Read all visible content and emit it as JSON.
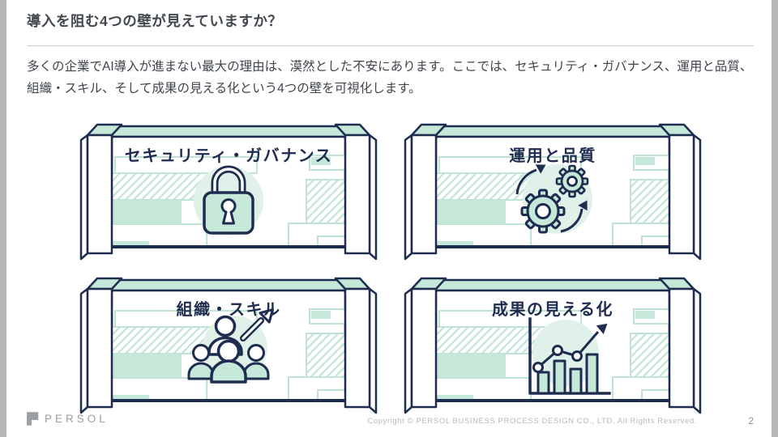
{
  "slide": {
    "title": "導入を阻む4つの壁が見えていますか？",
    "body": "多くの企業でAI導入が進まない最大の理由は、漠然とした不安にあります。ここでは、セキュリティ・ガバナンス、運用と品質、組織・スキル、そして成果の見える化という4つの壁を可視化します。",
    "page_number": "2",
    "footer": {
      "logo_text": "PERSOL",
      "logo_icon": "persol-mark-icon",
      "copyright": "Copyright © PERSOL BUSINESS PROCESS DESIGN CO., LTD. All Rights Reserved."
    }
  },
  "panels": [
    {
      "label": "セキュリティ・ガバナンス",
      "icon": "lock-icon"
    },
    {
      "label": "運用と品質",
      "icon": "gears-icon"
    },
    {
      "label": "組織・スキル",
      "icon": "team-growth-icon"
    },
    {
      "label": "成果の見える化",
      "icon": "bar-chart-icon"
    }
  ],
  "colors": {
    "navy": "#1e2c50",
    "mint": "#c5e8d8",
    "mint_pale": "#dff1e9",
    "mint_line": "#bfe4d4",
    "title_text": "#41474e",
    "body_text": "#3f454c",
    "footer_gray": "#b5b8ba",
    "side_bar": "#b4b8b8"
  }
}
